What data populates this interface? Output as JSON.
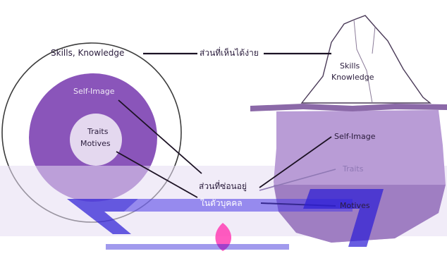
{
  "labels": {
    "circle_skills_knowledge": "Skills, Knowledge",
    "circle_self_image": "Self-Image",
    "circle_traits": "Traits",
    "circle_motives": "Motives",
    "middle_visible": "ส่วนที่เห็นได้ง่าย",
    "middle_hidden_top": "ส่วนที่ซ่อนอยู่",
    "middle_hidden_bottom": "ในตัวบุคคล",
    "iceberg_skills": "Skills",
    "iceberg_knowledge": "Knowledge",
    "iceberg_self_image": "Self-Image",
    "iceberg_traits": "Traits",
    "iceberg_motives": "Motives"
  },
  "colors": {
    "background": "#ffffff",
    "outer_ring_stroke": "#3c3c3c",
    "circle_dark_purple": "#8a55ba",
    "circle_light_purple": "#e4d8ef",
    "overlay_band": "#d3c4e9",
    "iceberg_body": "#b99cd6",
    "iceberg_deep": "#9774bb",
    "iceberg_tip": "#ffffff",
    "waterline": "#8b69a8",
    "watermark_blue": "#2e1fd6",
    "watermark_pink": "#ff3fb5",
    "connector_line": "#1c1224"
  },
  "icons": {
    "watermark": "watermark-logo"
  }
}
